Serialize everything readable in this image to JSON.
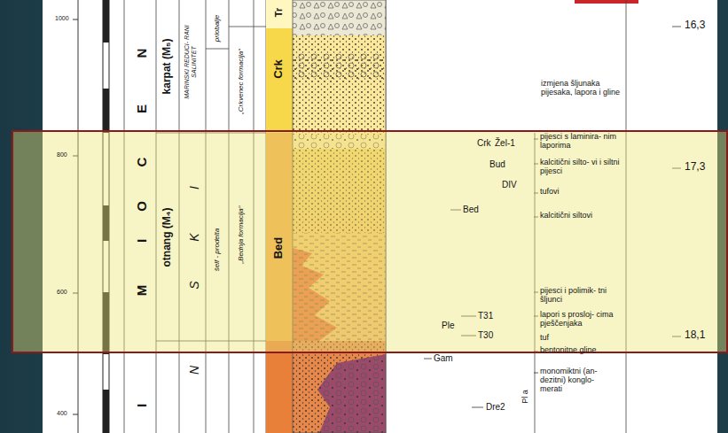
{
  "diagram": {
    "labels": [
      "1000",
      "800",
      "600",
      "400",
      "N",
      "E",
      "C",
      "O",
      "I",
      "M",
      "I",
      "karpat (M₅)",
      "otnang (M₄)",
      "MARINSKI REDUCI- RANI SALINITET",
      "I",
      "K",
      "S",
      "N",
      "priobalje",
      "šelf - prodelta",
      "„Crkvenec formacija“",
      "„Bednja formacija“",
      "Tr",
      "Crk",
      "Bed",
      "16,3",
      "izmjena šljunaka pijesaka, lapora i gline",
      "Crk",
      "Žel-1",
      "pijesci s laminira- nim laporima",
      "17,3",
      "Bud",
      "kalcitični silto- vi i siltni pijesci",
      "DIV",
      "tufovi",
      "Bed",
      "kalcitični siltovi",
      "pijesci i polimik- tni šljunci",
      "Ple",
      "T31",
      "T30",
      "lapori s prosloj- cima pješčenjaka",
      "18,1",
      "tuf",
      "Gam",
      "bentonitne gline",
      "Pl a",
      "Dre2",
      "monomiktni (an- dezitni) konglo- merati"
    ]
  }
}
